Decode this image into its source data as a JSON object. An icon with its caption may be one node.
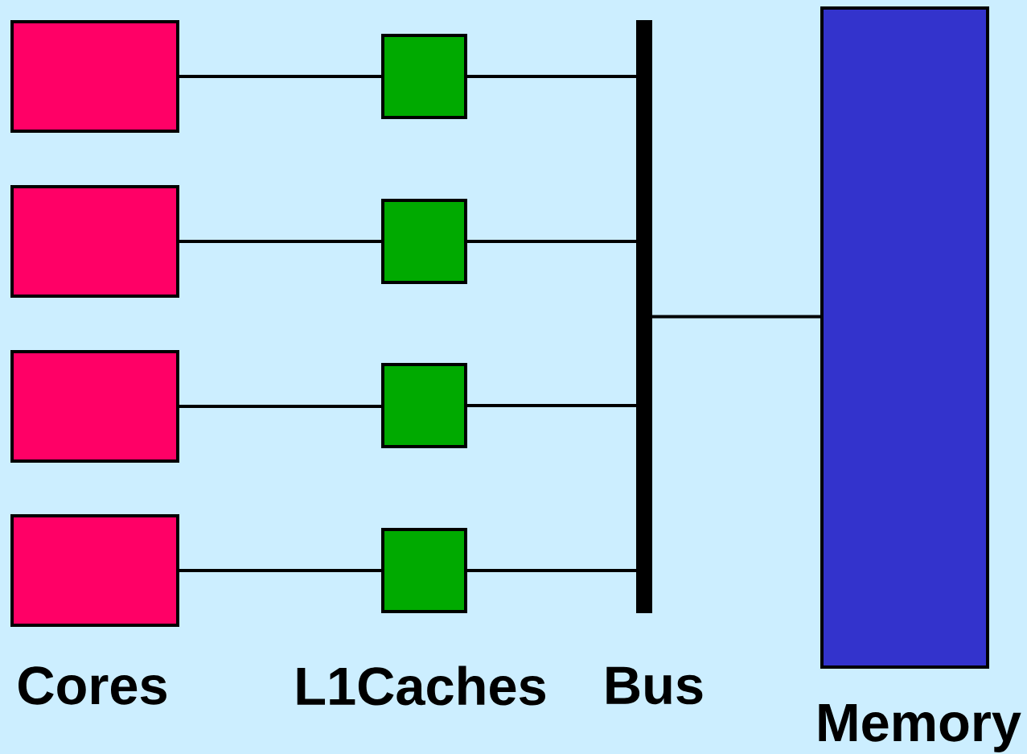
{
  "diagram": {
    "nodes": [
      {
        "text": [],
        "shape": "box"
      },
      {
        "text": [],
        "shape": "box"
      },
      {
        "text": [],
        "shape": "box"
      },
      {
        "text": [],
        "shape": "box"
      },
      {
        "text": [],
        "shape": "box"
      },
      {
        "text": [],
        "shape": "box"
      },
      {
        "text": [],
        "shape": "box"
      },
      {
        "text": [],
        "shape": "box"
      },
      {
        "text": [
          "Bus"
        ]
      },
      {
        "text": [
          "Memory"
        ]
      }
    ],
    "edges": [
      {
        "from": 0,
        "to": 4,
        "arrow": "none"
      },
      {
        "from": 1,
        "to": 5,
        "arrow": "none"
      },
      {
        "from": 2,
        "to": 6,
        "arrow": "none"
      },
      {
        "from": 3,
        "to": 7,
        "arrow": "none"
      },
      {
        "from": 4,
        "to": 8,
        "arrow": "none"
      },
      {
        "from": 5,
        "to": 8,
        "arrow": "none"
      },
      {
        "from": 6,
        "to": 8,
        "arrow": "none"
      },
      {
        "from": 7,
        "to": 8,
        "arrow": "none"
      },
      {
        "from": 8,
        "to": 9,
        "arrow": "none"
      }
    ],
    "labels": [
      "Cores",
      "L1Caches"
    ]
  }
}
